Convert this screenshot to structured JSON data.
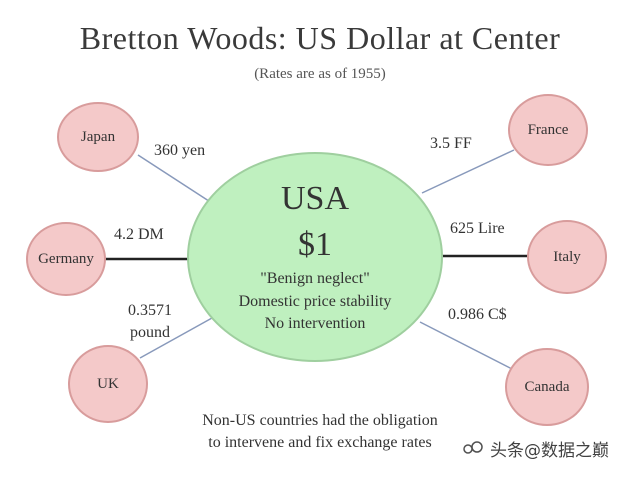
{
  "title": "Bretton Woods: US Dollar at Center",
  "subtitle": "(Rates are as of 1955)",
  "hub": {
    "name": "USA",
    "value": "$1",
    "lines": [
      "\"Benign neglect\"",
      "Domestic price stability",
      "No intervention"
    ]
  },
  "countries": [
    {
      "name": "Japan",
      "rate": "360 yen"
    },
    {
      "name": "Germany",
      "rate": "4.2 DM"
    },
    {
      "name": "UK",
      "rate_lines": [
        "0.3571",
        "pound"
      ]
    },
    {
      "name": "France",
      "rate": "3.5 FF"
    },
    {
      "name": "Italy",
      "rate": "625 Lire"
    },
    {
      "name": "Canada",
      "rate": "0.986 C$"
    }
  ],
  "footnote": [
    "Non-US countries had the obligation",
    "to intervene and fix exchange rates"
  ],
  "watermark": "头条@数据之巅",
  "colors": {
    "hub_fill": "#bff0bf",
    "country_fill": "#f4c9c9",
    "line": "#8899bb"
  }
}
